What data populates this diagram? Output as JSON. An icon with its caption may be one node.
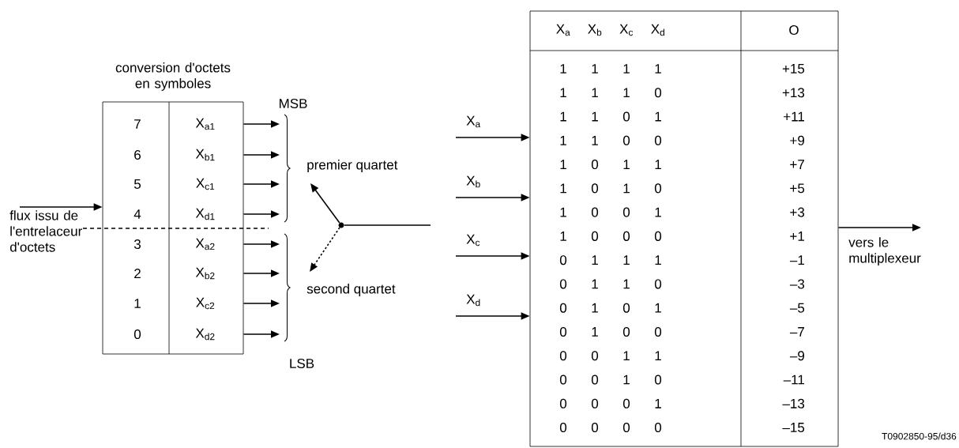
{
  "diagram": {
    "nodes": [
      {
        "text": [
          "conversion d'octets en symboles"
        ]
      },
      {
        "text": [],
        "shape": "circle"
      },
      {
        "text": [],
        "shape": "box"
      }
    ],
    "edges": [
      {
        "from": 0,
        "to": null,
        "arrow": "to"
      },
      {
        "from": 0,
        "to": null,
        "arrow": "to"
      },
      {
        "from": 0,
        "to": null,
        "arrow": "to"
      },
      {
        "from": 0,
        "to": null,
        "arrow": "to"
      },
      {
        "from": 0,
        "to": null,
        "arrow": "to"
      },
      {
        "from": 0,
        "to": null,
        "arrow": "to"
      },
      {
        "from": 0,
        "to": null,
        "arrow": "to"
      },
      {
        "from": 0,
        "to": null,
        "arrow": "to"
      },
      {
        "from": null,
        "to": 0,
        "arrow": "to",
        "label": "flux issu de l'entrelaceur d'octets"
      },
      {
        "from": 1,
        "to": null,
        "arrow": "to"
      },
      {
        "from": 1,
        "to": null,
        "arrow": "to",
        "style": "dashed"
      },
      {
        "from": 1,
        "to": null,
        "arrow": "none"
      },
      {
        "from": null,
        "to": 2,
        "arrow": "to",
        "label": "X$_{a}$"
      },
      {
        "from": null,
        "to": 2,
        "arrow": "to",
        "label": "X$_{b}$"
      },
      {
        "from": null,
        "to": 2,
        "arrow": "to",
        "label": "X$_{c}$"
      },
      {
        "from": null,
        "to": 2,
        "arrow": "to",
        "label": "X$_{d}$"
      },
      {
        "from": 2,
        "to": null,
        "arrow": "to",
        "label": "vers le multiplexeur"
      }
    ],
    "labels": [
      "7",
      "X$_{a1}$",
      "6",
      "X$_{b1}$",
      "5",
      "X$_{c1}$",
      "4",
      "X$_{d1}$",
      "3",
      "X$_{a2}$",
      "2",
      "X$_{b2}$",
      "1",
      "X$_{c2}$",
      "0",
      "X$_{d2}$",
      "MSB",
      "premier quartet",
      "second quartet",
      "LSB",
      "X$_{a}$",
      "X$_{b}$",
      "X$_{c}$",
      "X$_{d}$",
      "O",
      "1",
      "1",
      "1",
      "1",
      "+15",
      "1",
      "1",
      "1",
      "0",
      "+13",
      "1",
      "1",
      "0",
      "1",
      "+11",
      "1",
      "1",
      "0",
      "0",
      "+9",
      "1",
      "0",
      "1",
      "1",
      "+7",
      "1",
      "0",
      "1",
      "0",
      "+5",
      "1",
      "0",
      "0",
      "1",
      "+3",
      "1",
      "0",
      "0",
      "0",
      "+1",
      "0",
      "1",
      "1",
      "1",
      "–1",
      "0",
      "1",
      "1",
      "0",
      "–3",
      "0",
      "1",
      "0",
      "1",
      "–5",
      "0",
      "1",
      "0",
      "0",
      "–7",
      "0",
      "0",
      "1",
      "1",
      "–9",
      "0",
      "0",
      "1",
      "0",
      "–11",
      "0",
      "0",
      "0",
      "1",
      "–13",
      "0",
      "0",
      "0",
      "0",
      "–15",
      "T0902850-95/d36"
    ]
  }
}
